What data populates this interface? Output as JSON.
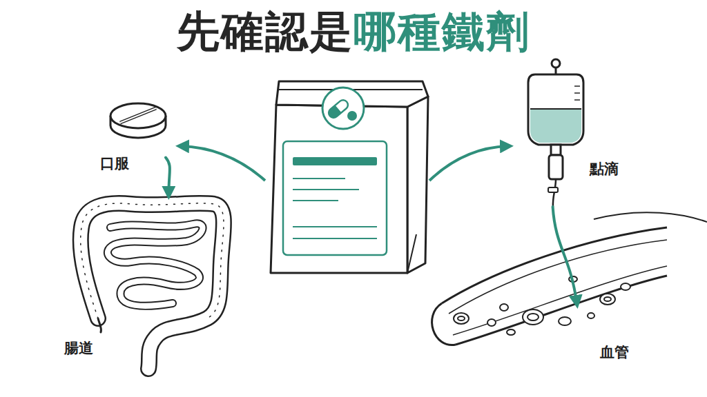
{
  "diagram": {
    "title": "先確認是哪種鐵劑",
    "nodes": [
      {
        "text": [
          "口服"
        ]
      },
      {
        "text": [
          "腸道"
        ]
      },
      {
        "text": [
          "點滴"
        ]
      },
      {
        "text": [
          "血管"
        ]
      }
    ],
    "edges": [
      {
        "from": 0,
        "to": 1,
        "arrow": "to"
      },
      {
        "from": 2,
        "to": 3,
        "arrow": "to"
      }
    ]
  }
}
